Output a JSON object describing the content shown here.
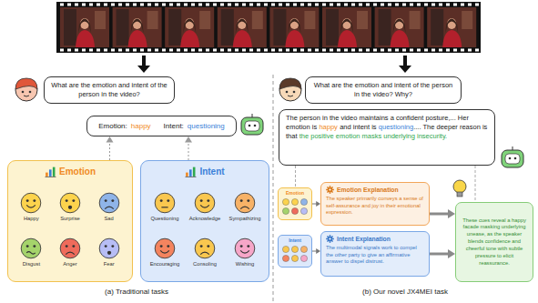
{
  "diagram": {
    "nodes": [
      {
        "text": [
          "What are the emotion and intent of the person in the video?"
        ]
      },
      {
        "text": [
          "Emotion:",
          "happy",
          "Intent:",
          "questioning"
        ]
      },
      {
        "text": [
          "Emotion",
          "Happy",
          "Surprise",
          "Sad",
          "Disgust",
          "Anger",
          "Fear"
        ]
      },
      {
        "text": [
          "Intent",
          "Questioning",
          "Acknowledge",
          "Sympathizing",
          "Encouraging",
          "Consoling",
          "Wishing"
        ]
      },
      {
        "text": [
          "What are the emotion and intent of the person in the video? Why?"
        ]
      },
      {
        "text": [
          "The person in the video maintains a confident posture,... Her emotion is",
          "happy",
          "and intent is",
          "questioning",
          ".... The deeper reason is that",
          "the positive emotion masks underlying insecurity."
        ]
      },
      {
        "text": [
          "Emotion"
        ]
      },
      {
        "text": [
          "Intent"
        ]
      },
      {
        "text": [
          "Emotion Explanation",
          "The speaker primarily conveys a sense of self-assurance and joy in their emotional expression."
        ]
      },
      {
        "text": [
          "Intent Explanation",
          "The multimodal signals work to compel the other party to give an affirmative answer to dispel distrust."
        ]
      },
      {
        "text": [
          "These cues reveal a happy facade masking underlying unease, as the speaker blends confidence and cheerful tone with subtle pressure to elicit reassurance."
        ]
      }
    ],
    "edges": [
      {
        "from": 2,
        "to": 1,
        "arrow": "to"
      },
      {
        "from": 3,
        "to": 1,
        "arrow": "to"
      },
      {
        "from": 5,
        "to": 6,
        "arrow": "none"
      },
      {
        "from": 5,
        "to": 10,
        "arrow": "none"
      },
      {
        "from": 6,
        "to": 8,
        "arrow": "to"
      },
      {
        "from": 7,
        "to": 9,
        "arrow": "to"
      },
      {
        "from": 8,
        "to": 10,
        "arrow": "to"
      },
      {
        "from": 9,
        "to": 10,
        "arrow": "to"
      }
    ],
    "labels": [
      "(a) Traditional tasks",
      "(b) Our novel JX4MEI task"
    ]
  }
}
